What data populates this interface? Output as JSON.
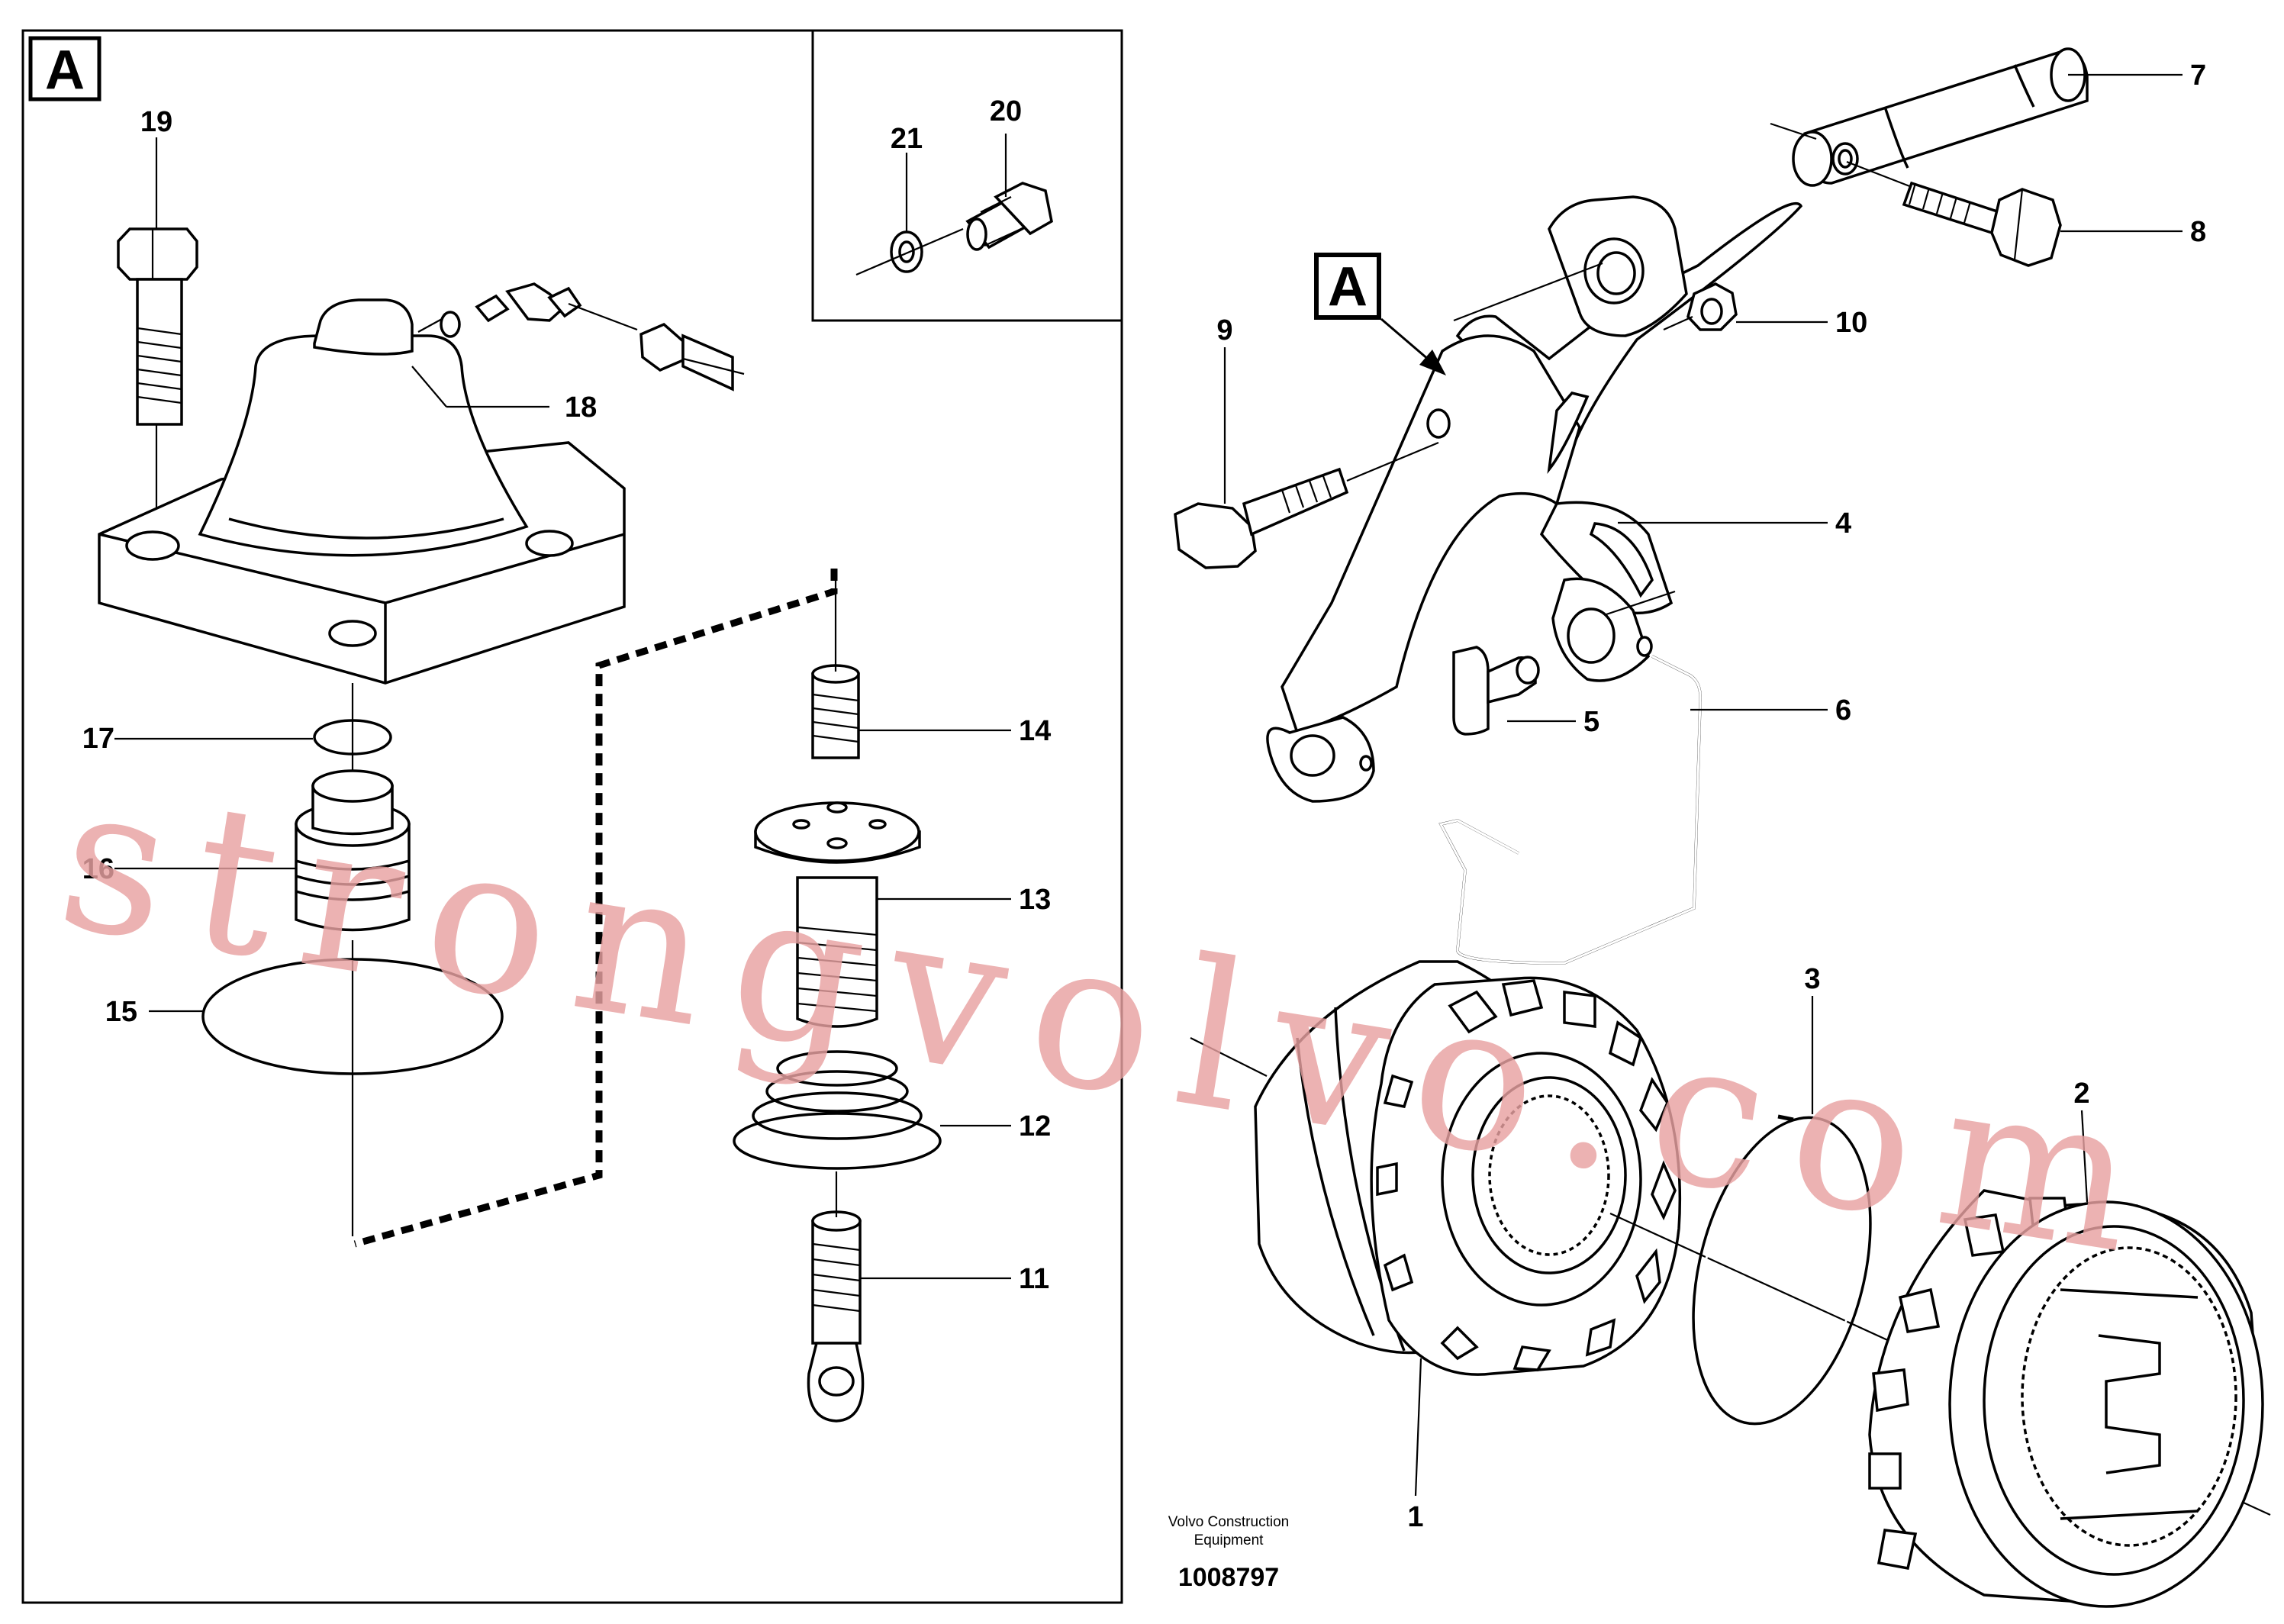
{
  "detail_label": "A",
  "reference_label": "A",
  "callouts": {
    "c1": "1",
    "c2": "2",
    "c3": "3",
    "c4": "4",
    "c5": "5",
    "c6": "6",
    "c7": "7",
    "c8": "8",
    "c9": "9",
    "c10": "10",
    "c11": "11",
    "c12": "12",
    "c13": "13",
    "c14": "14",
    "c15": "15",
    "c16": "16",
    "c17": "17",
    "c18": "18",
    "c19": "19",
    "c20": "20",
    "c21": "21"
  },
  "credit": {
    "line1": "Volvo Construction",
    "line2": "Equipment"
  },
  "document_number": "1008797",
  "watermark": "strongvolvo.com",
  "colors": {
    "ink": "#000000",
    "paper": "#ffffff",
    "watermark": "#e8a2a2"
  }
}
